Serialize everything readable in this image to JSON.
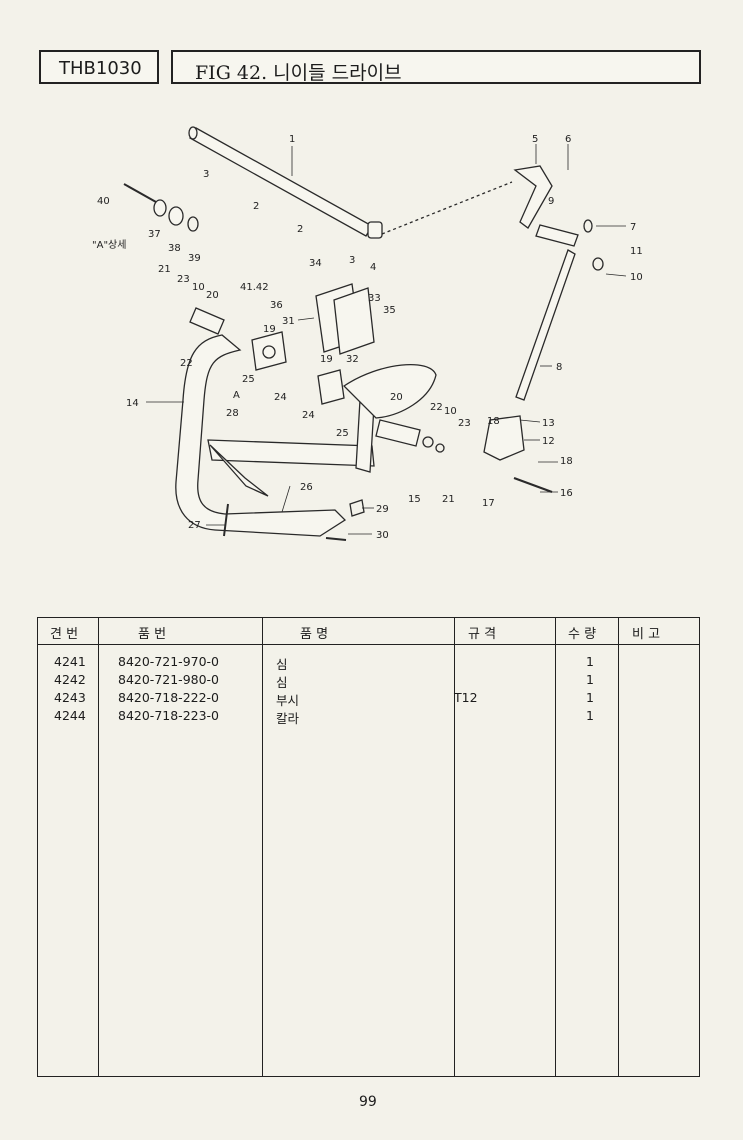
{
  "header": {
    "model": "THB1030",
    "title": "FIG 42. 니이들 드라이브"
  },
  "diagram": {
    "callouts": [
      "1",
      "2",
      "2",
      "3",
      "3",
      "4",
      "5",
      "6",
      "7",
      "8",
      "9",
      "10",
      "10",
      "11",
      "12",
      "13",
      "14",
      "15",
      "16",
      "17",
      "18",
      "18",
      "19",
      "19",
      "20",
      "20",
      "21",
      "21",
      "22",
      "22",
      "23",
      "23",
      "24",
      "24",
      "25",
      "25",
      "26",
      "27",
      "28",
      "29",
      "30",
      "31",
      "32",
      "33",
      "34",
      "35",
      "36",
      "37",
      "38",
      "39",
      "40",
      "41.42",
      "A"
    ],
    "detail_label": "\"A\"상세"
  },
  "table": {
    "headers": {
      "ref": "견 번",
      "part_no": "품 번",
      "name": "품 명",
      "spec": "규 격",
      "qty": "수 량",
      "remark": "비 고"
    },
    "rows": [
      {
        "ref": "4241",
        "part_no": "8420-721-970-0",
        "name": "심",
        "spec": "",
        "qty": "1",
        "remark": ""
      },
      {
        "ref": "4242",
        "part_no": "8420-721-980-0",
        "name": "심",
        "spec": "",
        "qty": "1",
        "remark": ""
      },
      {
        "ref": "4243",
        "part_no": "8420-718-222-0",
        "name": "부시",
        "spec": "T12",
        "qty": "1",
        "remark": ""
      },
      {
        "ref": "4244",
        "part_no": "8420-718-223-0",
        "name": "칼라",
        "spec": "",
        "qty": "1",
        "remark": ""
      }
    ]
  },
  "page_number": "99"
}
